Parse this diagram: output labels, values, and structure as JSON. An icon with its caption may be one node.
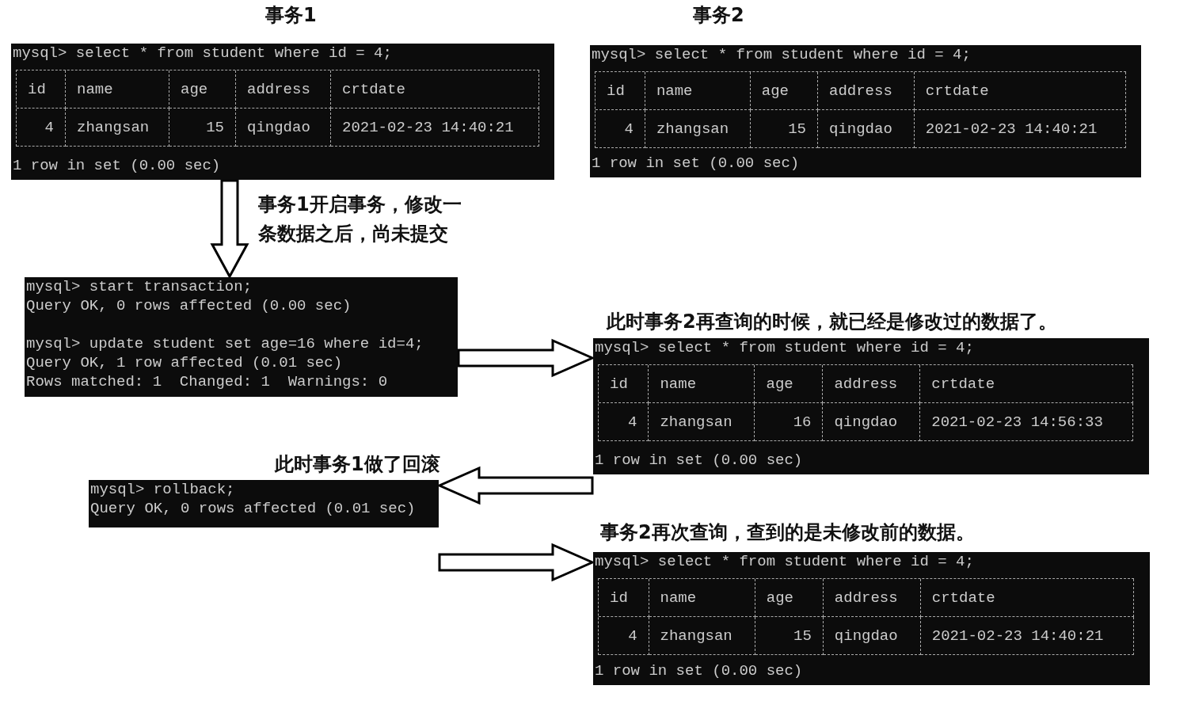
{
  "diagram": {
    "nodes": [
      {
        "text": [
          "mysql> select * from student where id = 4;",
          "id",
          "name",
          "age",
          "address",
          "crtdate",
          "4",
          "zhangsan",
          "15",
          "qingdao",
          "2021-02-23 14:40:21",
          "1 row in set (0.00 sec)"
        ]
      },
      {
        "text": [
          "mysql> select * from student where id = 4;",
          "id",
          "name",
          "age",
          "address",
          "crtdate",
          "4",
          "zhangsan",
          "15",
          "qingdao",
          "2021-02-23 14:40:21",
          "1 row in set (0.00 sec)"
        ]
      },
      {
        "text": [
          "mysql> start transaction;",
          "Query OK, 0 rows affected (0.00 sec)",
          "mysql> update student set age=16 where id=4;",
          "Query OK, 1 row affected (0.01 sec)",
          "Rows matched: 1  Changed: 1  Warnings: 0"
        ]
      },
      {
        "text": [
          "mysql> select * from student where id = 4;",
          "id",
          "name",
          "age",
          "address",
          "crtdate",
          "4",
          "zhangsan",
          "16",
          "qingdao",
          "2021-02-23 14:56:33",
          "1 row in set (0.00 sec)"
        ],
        "beside": [
          "此时事务2再查询的时候，就已经是修改过的数据了。"
        ]
      },
      {
        "text": [
          "mysql> rollback;",
          "Query OK, 0 rows affected (0.01 sec)"
        ],
        "beside": [
          "此时事务1做了回滚"
        ]
      },
      {
        "text": [
          "mysql> select * from student where id = 4;",
          "id",
          "name",
          "age",
          "address",
          "crtdate",
          "4",
          "zhangsan",
          "15",
          "qingdao",
          "2021-02-23 14:40:21",
          "1 row in set (0.00 sec)"
        ],
        "beside": [
          "事务2再次查询，查到的是未修改前的数据。"
        ]
      }
    ],
    "edges": [
      {
        "from": 0,
        "to": 2,
        "arrow": "to",
        "label": "事务1开启事务，修改一条数据之后，尚未提交"
      },
      {
        "from": 2,
        "to": 3,
        "arrow": "to"
      },
      {
        "from": 3,
        "to": 4,
        "arrow": "to"
      },
      {
        "from": 4,
        "to": 5,
        "arrow": "to"
      }
    ],
    "labels": [
      "事务1",
      "事务2"
    ]
  }
}
